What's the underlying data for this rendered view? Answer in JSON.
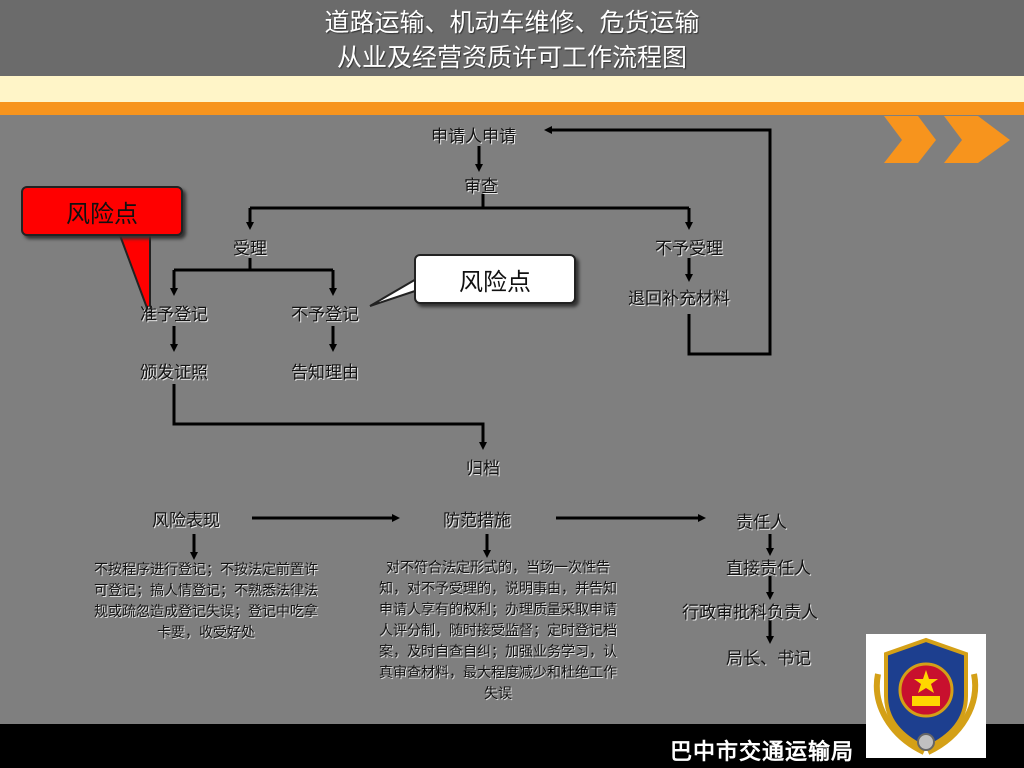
{
  "title": {
    "line1": "道路运输、机动车维修、危货运输",
    "line2": "从业及经营资质许可工作流程图"
  },
  "flow": {
    "apply": "申请人申请",
    "review": "审查",
    "accept": "受理",
    "reject": "不予受理",
    "return_materials": "退回补充材料",
    "approve_register": "准予登记",
    "deny_register": "不予登记",
    "issue_license": "颁发证照",
    "notify_reason": "告知理由",
    "archive": "归档"
  },
  "risk_callouts": {
    "red": "风险点",
    "white": "风险点"
  },
  "risk_table": {
    "col1_header": "风险表现",
    "col2_header": "防范措施",
    "col3_header": "责任人",
    "col1_text": "不按程序进行登记；不按法定前置许可登记；搞人情登记；不熟悉法律法规或疏忽造成登记失误；登记中吃拿卡要，收受好处",
    "col2_text": "对不符合法定形式的，当场一次性告知，对不予受理的，说明事由，并告知申请人享有的权利；办理质量采取申请人评分制，随时接受监督；定时登记档案，及时自查自纠；加强业务学习，认真审查材料，最大程度减少和杜绝工作失误",
    "resp1": "直接责任人",
    "resp2": "行政审批科负责人",
    "resp3": "局长、书记"
  },
  "footer": {
    "org": "巴中市交通运输局"
  },
  "colors": {
    "background": "#7f7f7f",
    "title_bar": "#6b6b6b",
    "cream_band": "#fff5c8",
    "orange_band": "#f7941d",
    "risk_red": "#ff0000",
    "footer": "#000000"
  },
  "icons": {
    "chevrons": "double-chevron-right-icon",
    "emblem": "police-emblem-icon"
  }
}
